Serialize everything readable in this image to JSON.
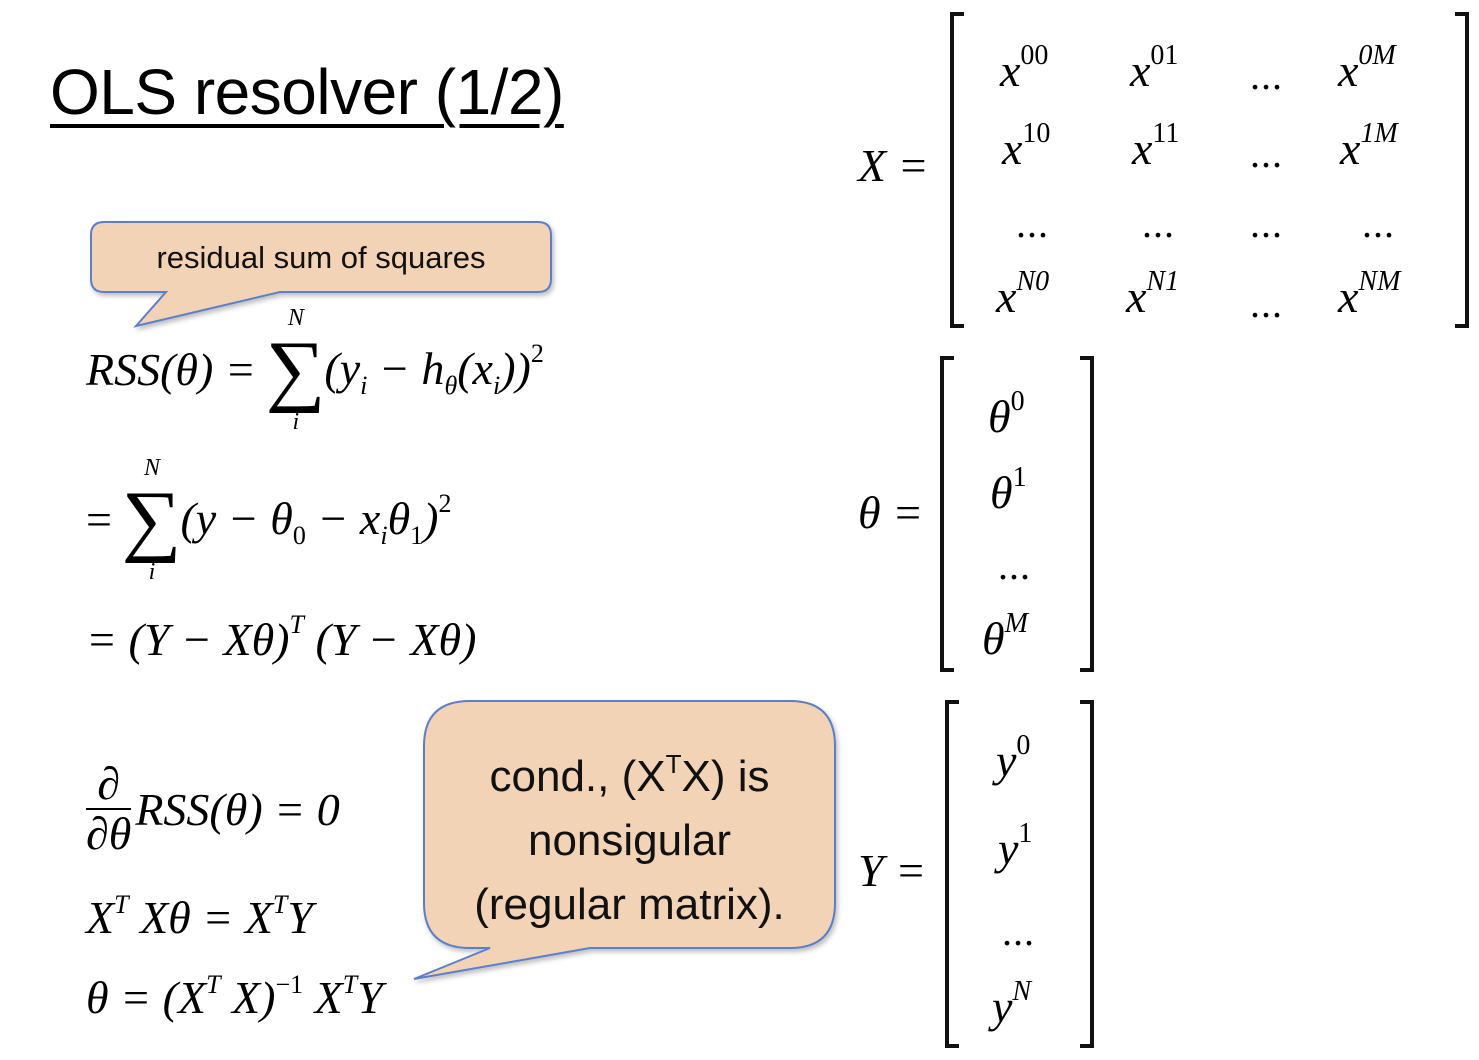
{
  "slide": {
    "title": "OLS resolver (1/2)",
    "colors": {
      "callout_fill": "#f2d3b5",
      "callout_border": "#5b7fc7",
      "text": "#000000"
    }
  },
  "callouts": {
    "rss": {
      "text": "residual sum of squares"
    },
    "cond": {
      "line1_pre": "cond., (X",
      "line1_sup": "T",
      "line1_post": "X) is",
      "line2": "nonsigular",
      "line3": "(regular matrix)."
    }
  },
  "equations": {
    "rss_def": {
      "lhs": "RSS(θ) =",
      "sum_top": "N",
      "sum_bottom": "i",
      "body_open": "(y",
      "body_sub_i": "i",
      "body_mid": " − h",
      "body_sub_theta": "θ",
      "body_arg": "(x",
      "body_sub_i2": "i",
      "body_close": "))",
      "body_sup": "2"
    },
    "rss_expand": {
      "lhs": "=",
      "sum_top": "N",
      "sum_bottom": "i",
      "p1": "(y − θ",
      "s0": "0",
      "p2": " − x",
      "si": "i",
      "p3": "θ",
      "s1": "1",
      "p4": ")",
      "sup": "2"
    },
    "rss_matrix": {
      "p1": "= (Y − Xθ)",
      "sup": "T",
      "p2": " (Y − Xθ)"
    },
    "derivative": {
      "num": "∂",
      "den": "∂θ",
      "rest": "RSS(θ) = 0"
    },
    "normal_eq": {
      "p1": "X",
      "sup1": "T",
      "p2": " Xθ = X",
      "sup2": "T",
      "p3": "Y"
    },
    "solution": {
      "p1": "θ = (X",
      "sup1": "T",
      "p2": " X)",
      "sup2": "−1",
      "p3": " X",
      "sup3": "T",
      "p4": "Y"
    }
  },
  "matrices": {
    "X": {
      "label": "X =",
      "rows": [
        [
          {
            "base": "x",
            "sup": "00"
          },
          {
            "base": "x",
            "sup": "01"
          },
          {
            "dots": "..."
          },
          {
            "base": "x",
            "sup": "0M"
          }
        ],
        [
          {
            "base": "x",
            "sup": "10"
          },
          {
            "base": "x",
            "sup": "11"
          },
          {
            "dots": "..."
          },
          {
            "base": "x",
            "sup": "1M"
          }
        ],
        [
          {
            "dots": "..."
          },
          {
            "dots": "..."
          },
          {
            "dots": "..."
          },
          {
            "dots": "..."
          }
        ],
        [
          {
            "base": "x",
            "sup": "N0"
          },
          {
            "base": "x",
            "sup": "N1"
          },
          {
            "dots": "..."
          },
          {
            "base": "x",
            "sup": "NM"
          }
        ]
      ]
    },
    "theta": {
      "label": "θ =",
      "rows": [
        {
          "base": "θ",
          "sup": "0"
        },
        {
          "base": "θ",
          "sup": "1"
        },
        {
          "dots": "..."
        },
        {
          "base": "θ",
          "sup": "M"
        }
      ]
    },
    "Y": {
      "label": "Y =",
      "rows": [
        {
          "base": "y",
          "sup": "0"
        },
        {
          "base": "y",
          "sup": "1"
        },
        {
          "dots": "..."
        },
        {
          "base": "y",
          "sup": "N"
        }
      ]
    }
  }
}
